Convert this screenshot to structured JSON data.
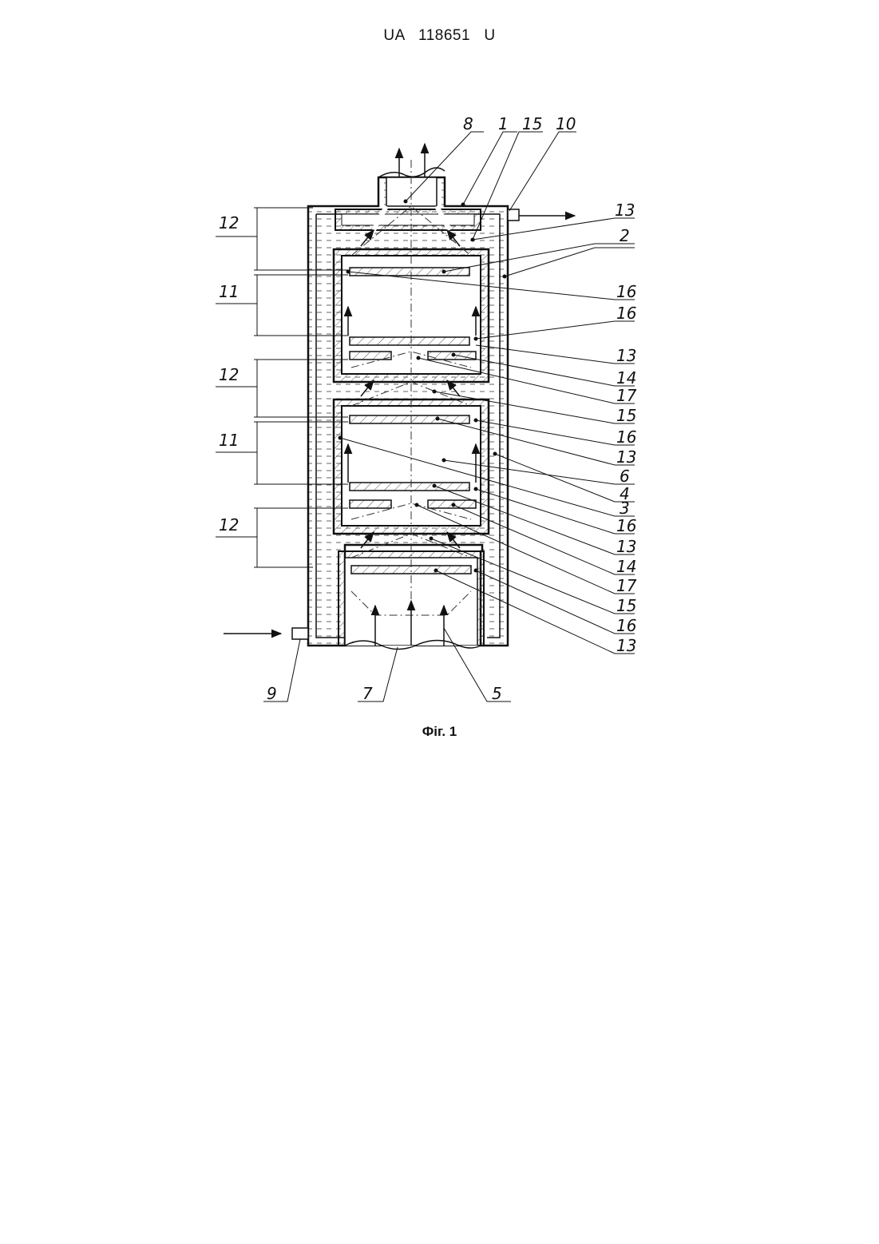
{
  "header": {
    "doc_number": "UA   118651   U"
  },
  "figure": {
    "caption": "Фіг. 1",
    "labels": {
      "n1": "1",
      "n2": "2",
      "n3": "3",
      "n4": "4",
      "n5": "5",
      "n6": "6",
      "n7": "7",
      "n8": "8",
      "n9": "9",
      "n10": "10",
      "n11": "11",
      "n12": "12",
      "n13": "13",
      "n14": "14",
      "n15": "15",
      "n16": "16",
      "n17": "17"
    }
  }
}
